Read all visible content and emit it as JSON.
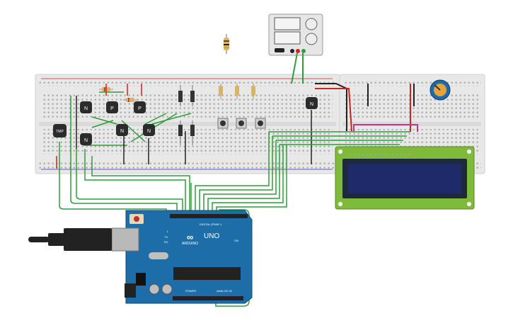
{
  "canvas": {
    "background": "#ffffff"
  },
  "components": {
    "transistor_npn_label": "N",
    "transistor_pnp_label": "P",
    "sensor_label": "TMP",
    "arduino_brand": "ARDUINO",
    "arduino_model": "UNO",
    "arduino_digital_label": "DIGITAL (PWM~)",
    "arduino_power_label": "POWER",
    "arduino_analog_label": "ANALOG IN",
    "arduino_on_label": "ON",
    "arduino_tx_label": "TX",
    "arduino_rx_label": "RX",
    "arduino_l_label": "L"
  },
  "colors": {
    "breadboard": "#e8e8e8",
    "breadboard_edge": "#cfcfcf",
    "wire_green": "#2e9e3a",
    "wire_red": "#d42020",
    "wire_black": "#222222",
    "wire_magenta": "#c0398a",
    "arduino_blue": "#1d6ea8",
    "lcd_green": "#7fba3a",
    "lcd_screen": "#1f2a6b",
    "transistor": "#2b2b2b"
  }
}
